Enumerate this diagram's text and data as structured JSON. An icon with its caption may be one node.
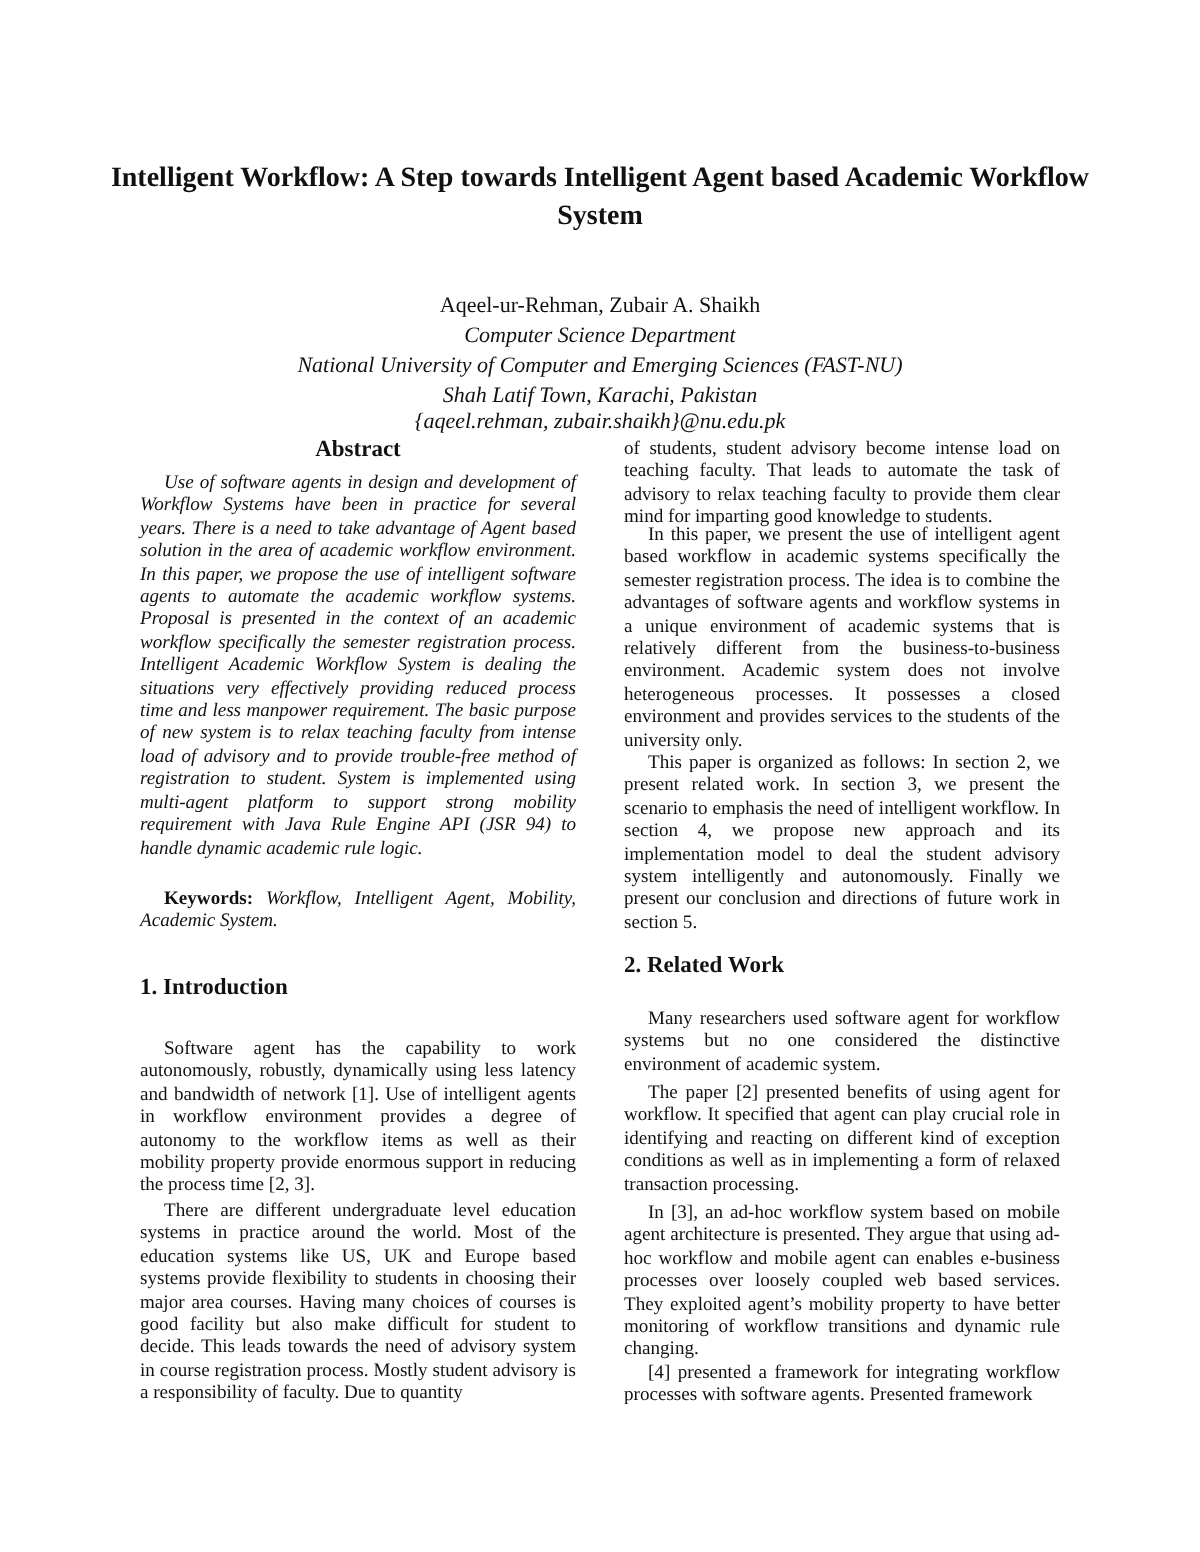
{
  "diagram": {
    "title": "Intelligent Workflow: A Step towards Intelligent Agent based Academic Workflow System",
    "labels": [
      "Aqeel-ur-Rehman, Zubair A. Shaikh",
      "Computer Science Department",
      "National University of Computer and Emerging Sciences (FAST-NU)",
      "Shah Latif Town, Karachi, Pakistan",
      "{aqeel.rehman, zubair.shaikh}@nu.edu.pk",
      "Abstract",
      "Use of software agents in design and development of Workflow Systems have been in practice for several years. There is a need to take advantage of Agent based solution in the area of academic workflow environment. In this paper, we propose the use of intelligent software agents to automate the academic workflow systems. Proposal is presented in the context of an academic workflow specifically the semester registration process. Intelligent Academic Workflow System is dealing the situations very effectively providing reduced process time and less manpower requirement. The basic purpose of new system is to relax teaching faculty from intense load of advisory and to provide trouble-free method of registration to student. System is implemented using multi-agent platform to support strong mobility requirement with Java Rule Engine API (JSR 94) to handle dynamic academic rule logic.",
      "**Keywords:** *Workflow, Intelligent Agent, Mobility, Academic System.*",
      "1. Introduction",
      "Software agent has the capability to work autonomously, robustly, dynamically using less latency and bandwidth of network [1]. Use of intelligent agents in workflow environment provides a degree of autonomy to the workflow items as well as their mobility property provide enormous support in reducing the process time [2, 3].",
      "There are different undergraduate level education systems in practice around the world. Most of the education systems like US, UK and Europe based systems provide flexibility to students in choosing their major area courses. Having many choices of courses is good facility but also make difficult for student to decide.  This leads towards the need of advisory system in course registration process. Mostly student advisory is a responsibility of faculty. Due to quantity",
      "of students, student advisory become intense load on teaching faculty. That leads to automate the task of advisory to relax teaching faculty to provide them clear mind for imparting good knowledge to students.",
      "In this paper, we present the use of intelligent agent based workflow in academic systems specifically the semester registration process. The idea is to combine the advantages of software agents and workflow systems in a unique environment of academic systems that is relatively different from the business-to-business environment. Academic system does not involve heterogeneous processes. It possesses a closed environment and provides services to the students of the university only.",
      "This paper is organized as follows: In section 2, we present related work. In section 3, we present the scenario to emphasis the need of intelligent workflow. In section 4, we propose new approach and its implementation model to deal the student advisory system intelligently and autonomously. Finally we present our conclusion and directions of future work in section 5.",
      "2. Related Work",
      "Many researchers used software agent for workflow systems but no one considered the distinctive environment of academic system.",
      "The paper [2] presented benefits of using agent for workflow. It specified that agent can play crucial role in identifying and reacting on different kind of exception conditions as well as in implementing a form of relaxed transaction processing.",
      "In [3], an ad-hoc workflow system based on mobile agent architecture is presented. They argue that using ad-hoc workflow and mobile agent can enables e-business processes over loosely coupled web based services. They exploited agent’s mobility property to have better monitoring of workflow transitions and dynamic rule changing.",
      "[4] presented a framework for integrating workflow processes with software agents. Presented framework"
    ]
  }
}
